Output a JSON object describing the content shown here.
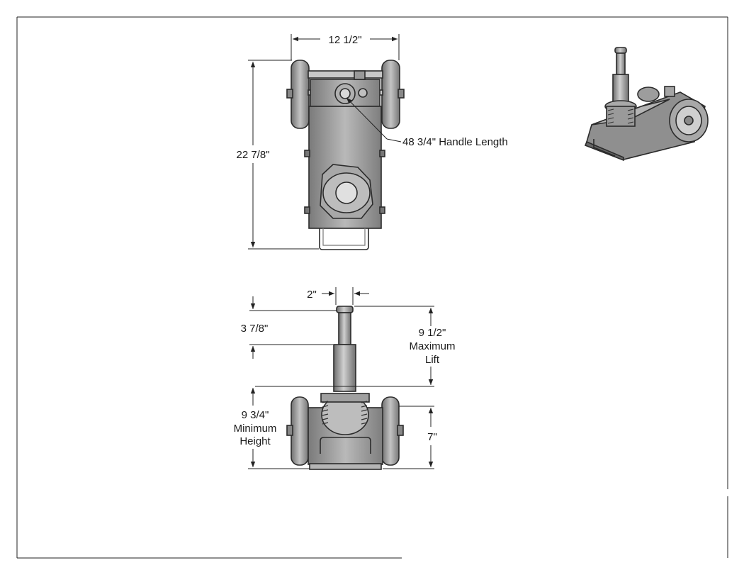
{
  "drawing": {
    "top_view": {
      "width_label": "12 1/2\"",
      "length_label": "22 7/8\"",
      "handle_label": "48 3/4\" Handle Length"
    },
    "side_view": {
      "saddle_label": "2\"",
      "extension_label": "3 7/8\"",
      "max_lift_lines": [
        "9 1/2\"",
        "Maximum",
        "Lift"
      ],
      "min_height_lines": [
        "9 3/4\"",
        "Minimum",
        "Height"
      ],
      "wheel_height_label": "7\""
    }
  },
  "colors": {
    "body": "#8e8e8e",
    "body_light": "#b8b8b8",
    "wheel": "#9a9a9a",
    "line": "#222222"
  }
}
